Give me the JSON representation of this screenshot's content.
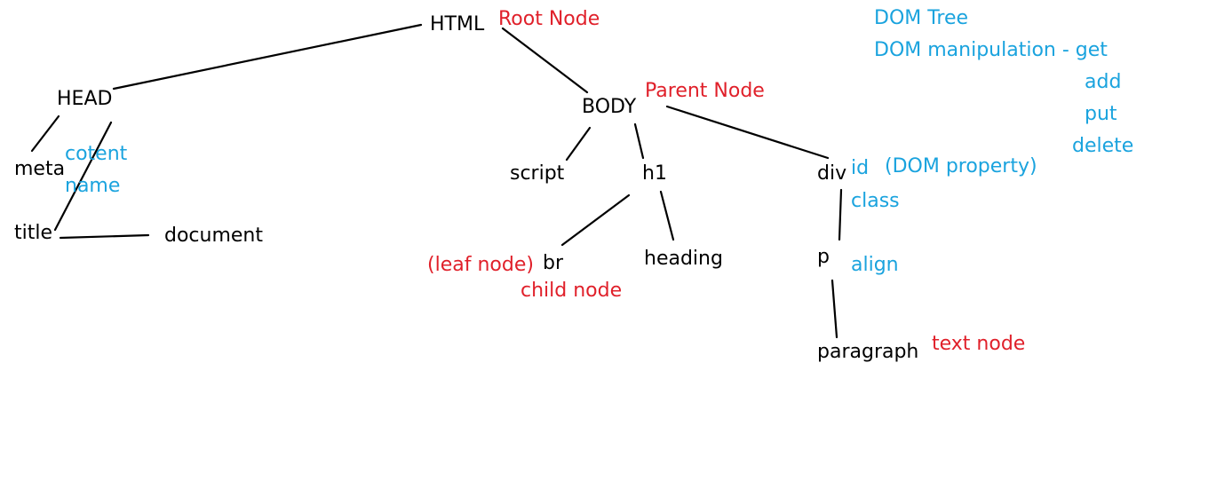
{
  "nodes": {
    "html": "HTML",
    "head": "HEAD",
    "body": "BODY",
    "meta": "meta",
    "title": "title",
    "document": "document",
    "script": "script",
    "h1": "h1",
    "div": "div",
    "br": "br",
    "heading": "heading",
    "p": "p",
    "paragraph": "paragraph"
  },
  "annotations_red": {
    "root_node": "Root Node",
    "parent_node": "Parent Node",
    "leaf_node": "(leaf node)",
    "child_node": "child node",
    "text_node": "text node"
  },
  "annotations_blue": {
    "cotent": "cotent",
    "name": "name",
    "id": "id",
    "dom_property": "(DOM property)",
    "class": "class",
    "align": "align",
    "dom_tree": "DOM Tree",
    "dom_manipulation": "DOM manipulation - get",
    "add": "add",
    "put": "put",
    "delete": "delete"
  },
  "colors": {
    "node_text": "#000000",
    "annotation_red": "#e0202a",
    "annotation_blue": "#1aa3de",
    "edge": "#000000",
    "background": "#ffffff"
  }
}
